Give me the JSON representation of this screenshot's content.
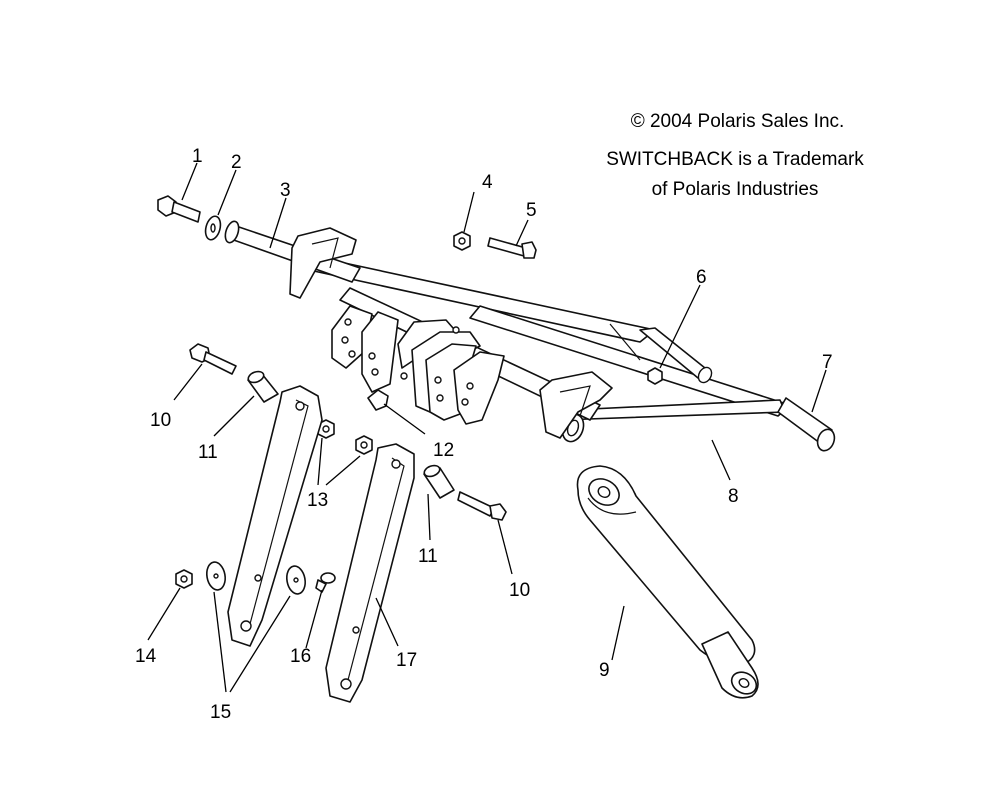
{
  "notices": {
    "copyright_symbol": "©",
    "copyright": "2004 Polaris Sales Inc.",
    "trademark_line1": "SWITCHBACK is a Trademark",
    "trademark_line2": "of Polaris Industries"
  },
  "callouts": {
    "c1": "1",
    "c2": "2",
    "c3": "3",
    "c4": "4",
    "c5": "5",
    "c6": "6",
    "c7": "7",
    "c8": "8",
    "c9": "9",
    "c10a": "10",
    "c10b": "10",
    "c11a": "11",
    "c11b": "11",
    "c12": "12",
    "c13": "13",
    "c14": "14",
    "c15": "15",
    "c16": "16",
    "c17": "17"
  }
}
